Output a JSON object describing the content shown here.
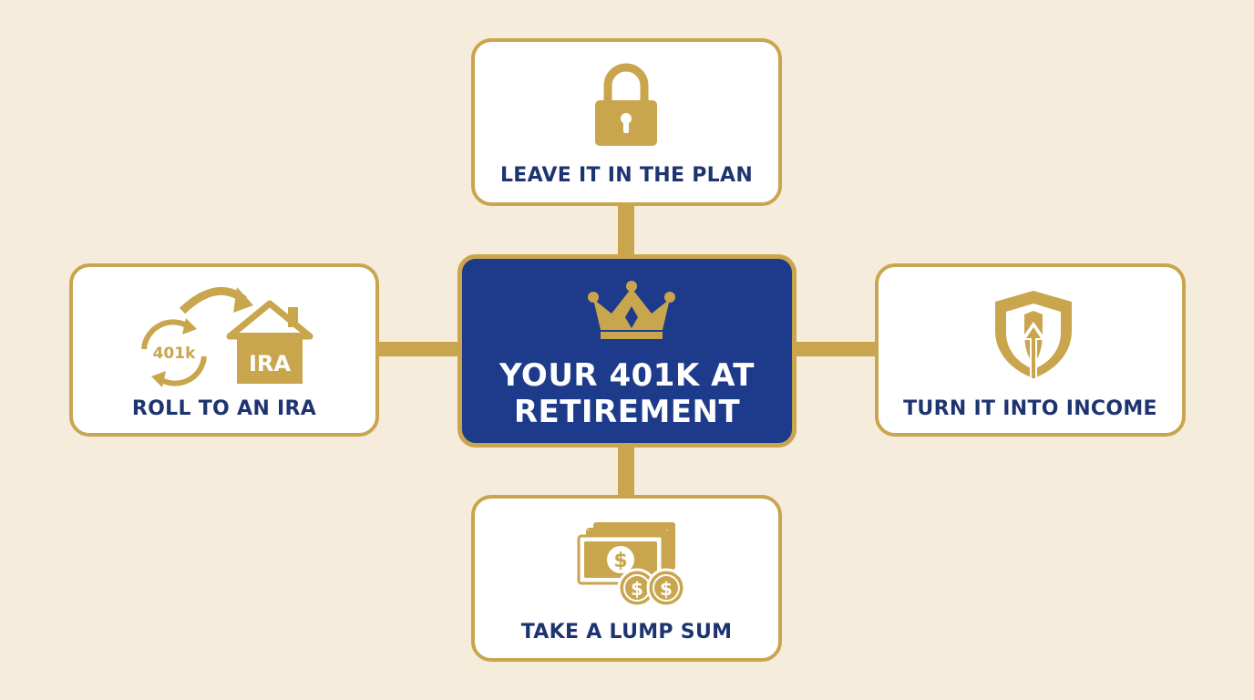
{
  "center": {
    "title_line1": "YOUR 401K AT",
    "title_line2": "RETIREMENT",
    "icon": "crown-icon"
  },
  "options": {
    "top": {
      "label": "LEAVE IT IN THE PLAN",
      "icon": "padlock-icon"
    },
    "left": {
      "label": "ROLL TO AN IRA",
      "icon": "rollover-arrows-house-icon",
      "icon_text_cycle": "401k",
      "icon_text_house": "IRA"
    },
    "right": {
      "label": "TURN IT INTO INCOME",
      "icon": "shield-up-arrow-icon"
    },
    "bottom": {
      "label": "TAKE A LUMP SUM",
      "icon": "cash-coins-icon"
    }
  },
  "colors": {
    "background": "#f6ecdb",
    "gold": "#c9a54e",
    "navy": "#1e3a8a",
    "label_text": "#1e3470",
    "card": "#ffffff"
  }
}
